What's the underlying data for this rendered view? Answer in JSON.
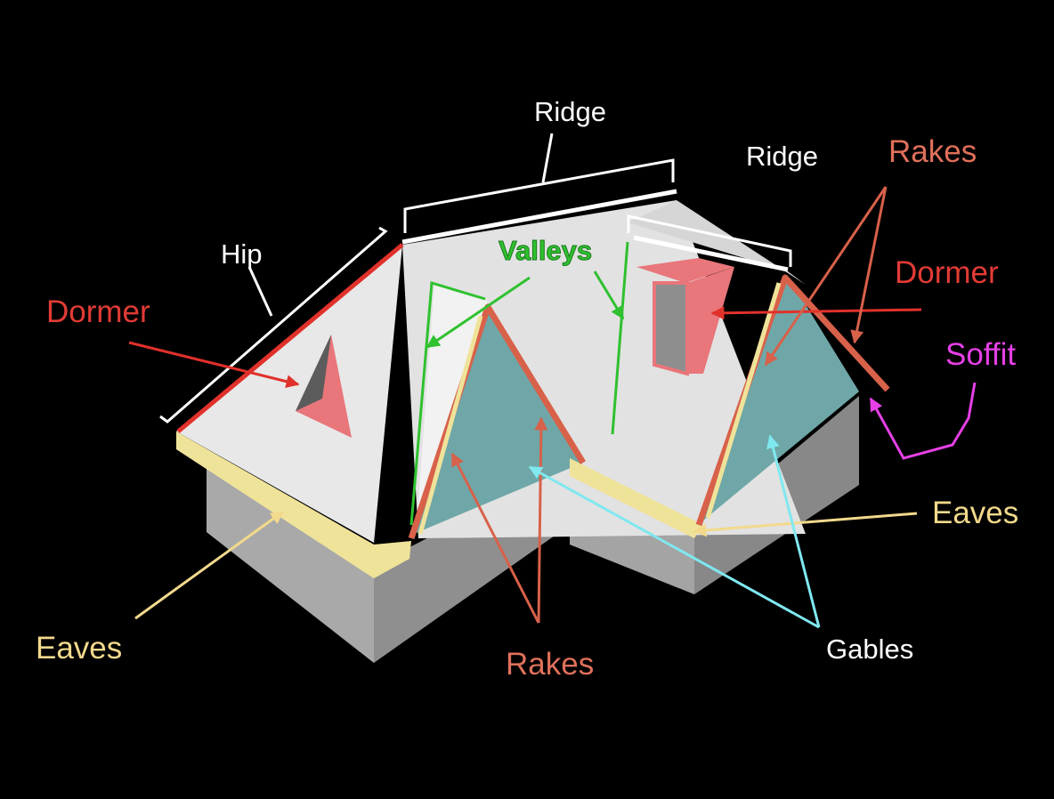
{
  "labels": {
    "ridge_main": "Ridge",
    "ridge_right": "Ridge",
    "hip": "Hip",
    "dormer_left": "Dormer",
    "dormer_right": "Dormer",
    "valleys": "Valleys",
    "rakes_top": "Rakes",
    "rakes_bottom": "Rakes",
    "soffit": "Soffit",
    "eaves_left": "Eaves",
    "eaves_right": "Eaves",
    "gables": "Gables"
  },
  "colors": {
    "background": "#000000",
    "roof": "#e6e6e6",
    "roof_shade": "#cfcfcf",
    "wall_front": "#a9a9a9",
    "wall_side": "#8c8c8c",
    "eaves_fascia": "#efe39a",
    "gable": "#6fa7a8",
    "rake": "#d8614a",
    "dormer": "#e8767a",
    "hip_line": "#e0312b",
    "valley": "#2fc12f",
    "soffit": "#e640e6",
    "gables_arrow": "#7fe8f0",
    "eaves_label": "#f2d98c",
    "rakes_label": "#e0705a",
    "dormer_label": "#e23b35"
  }
}
